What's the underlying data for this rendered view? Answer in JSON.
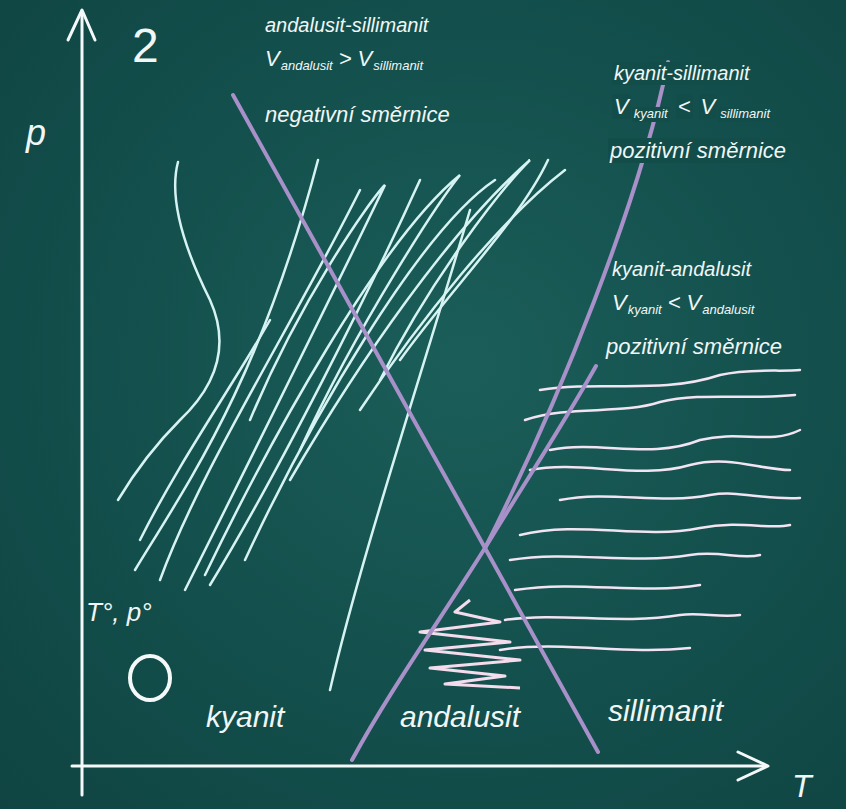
{
  "diagram": {
    "labels": [
      "2",
      "p",
      "T",
      "andalusit-sillimanit",
      "V",
      "andalusit",
      ">",
      "V",
      "sillimanit",
      "negativní směrnice",
      "kyanit-sillimanit",
      "V",
      "kyanit",
      "<",
      "V",
      "sillimanit",
      "pozitivní směrnice",
      "kyanit-andalusit",
      "V",
      "kyanit",
      "<",
      "V",
      "andalusit",
      "pozitivní směrnice",
      "T°, p°",
      "kyanit",
      "andalusit",
      "sillimanit"
    ]
  }
}
